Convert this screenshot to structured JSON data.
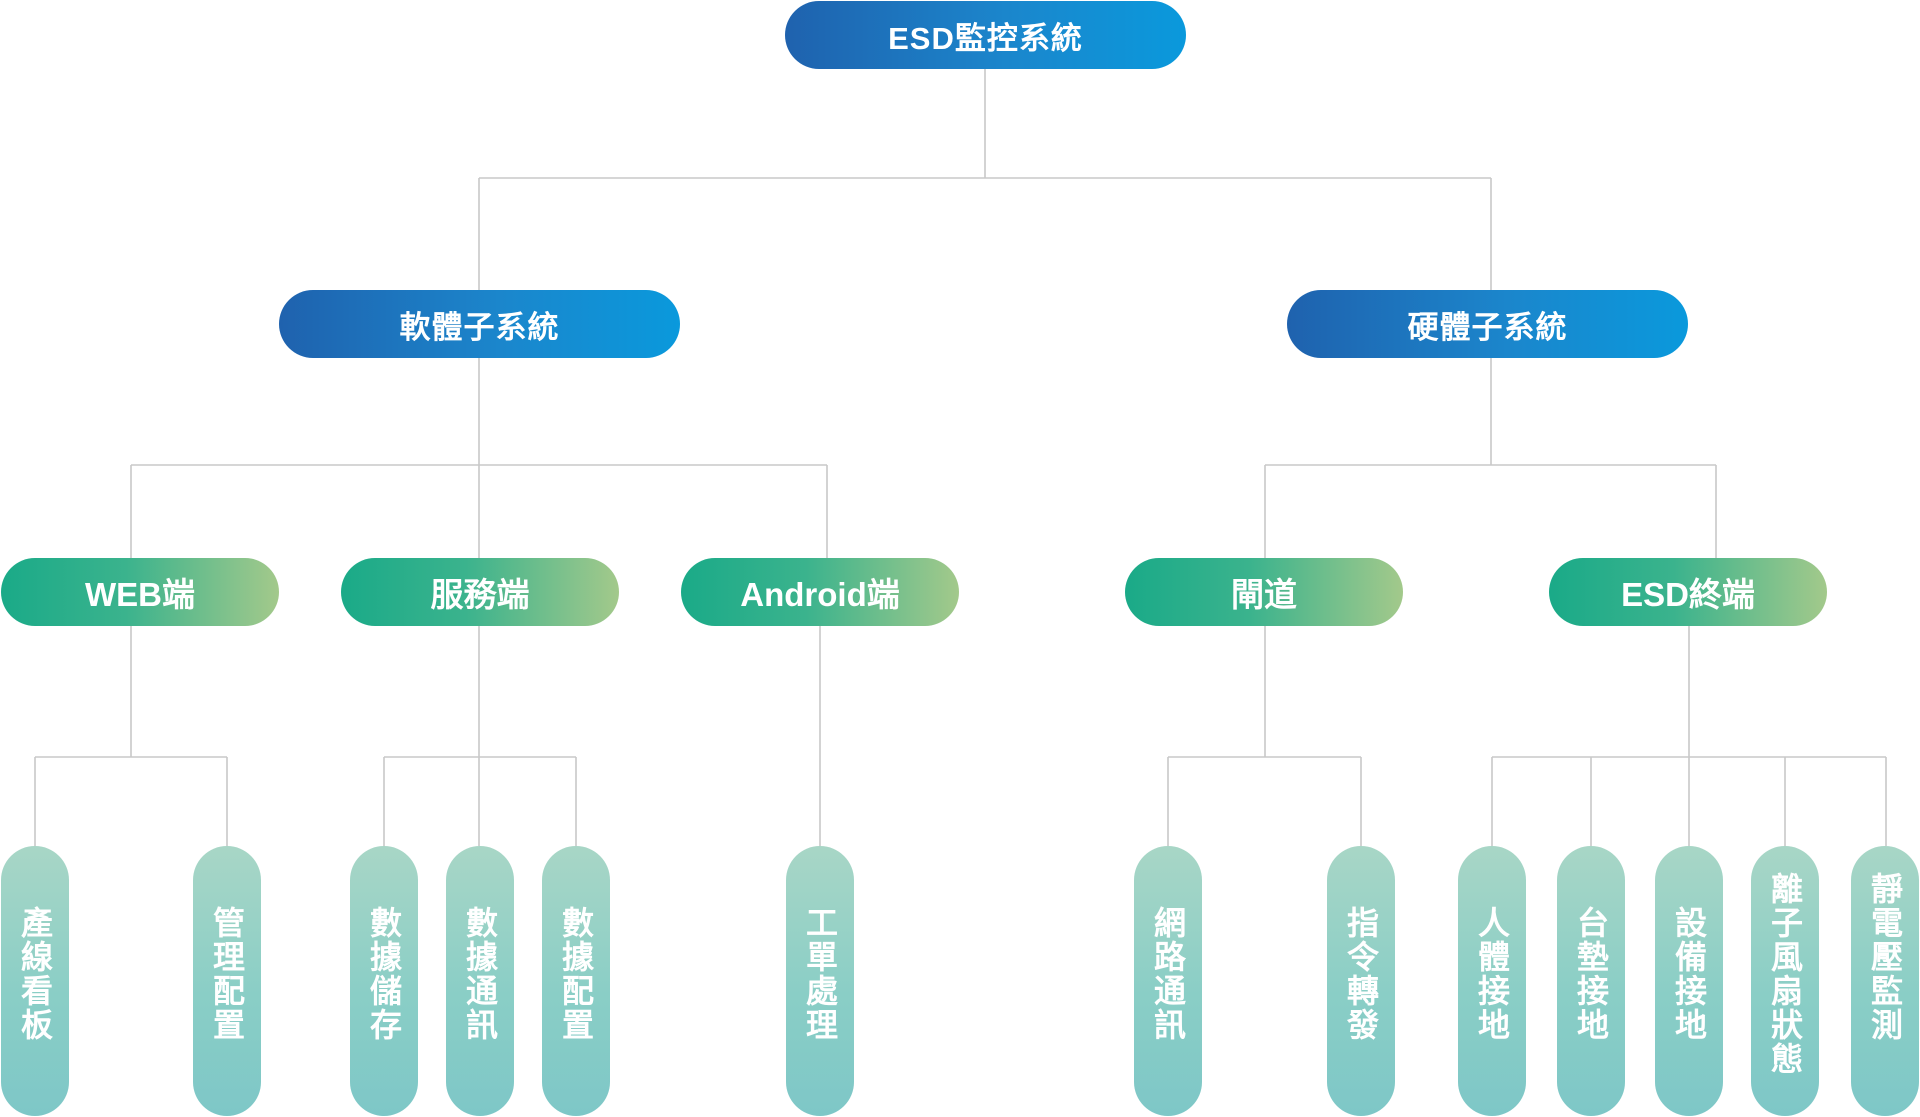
{
  "root": {
    "label": "ESD監控系統"
  },
  "subsystems": [
    {
      "label": "軟體子系統"
    },
    {
      "label": "硬體子系統"
    }
  ],
  "modules": [
    {
      "label": "WEB端"
    },
    {
      "label": "服務端"
    },
    {
      "label": "Android端"
    },
    {
      "label": "閘道"
    },
    {
      "label": "ESD終端"
    }
  ],
  "leaves": [
    {
      "label": "產線看板"
    },
    {
      "label": "管理配置"
    },
    {
      "label": "數據儲存"
    },
    {
      "label": "數據通訊"
    },
    {
      "label": "數據配置"
    },
    {
      "label": "工單處理"
    },
    {
      "label": "網路通訊"
    },
    {
      "label": "指令轉發"
    },
    {
      "label": "人體接地"
    },
    {
      "label": "台墊接地"
    },
    {
      "label": "設備接地"
    },
    {
      "label": "離子風扇狀態"
    },
    {
      "label": "靜電壓監測"
    }
  ],
  "colors": {
    "blue_start": "#1f62ae",
    "blue_end": "#0a99dc",
    "green_start": "#1aaa88",
    "green_end": "#a3c98b",
    "leaf_top": "#a8d6c6",
    "leaf_bottom": "#7ec7c7",
    "connector": "#c8c8c8"
  }
}
